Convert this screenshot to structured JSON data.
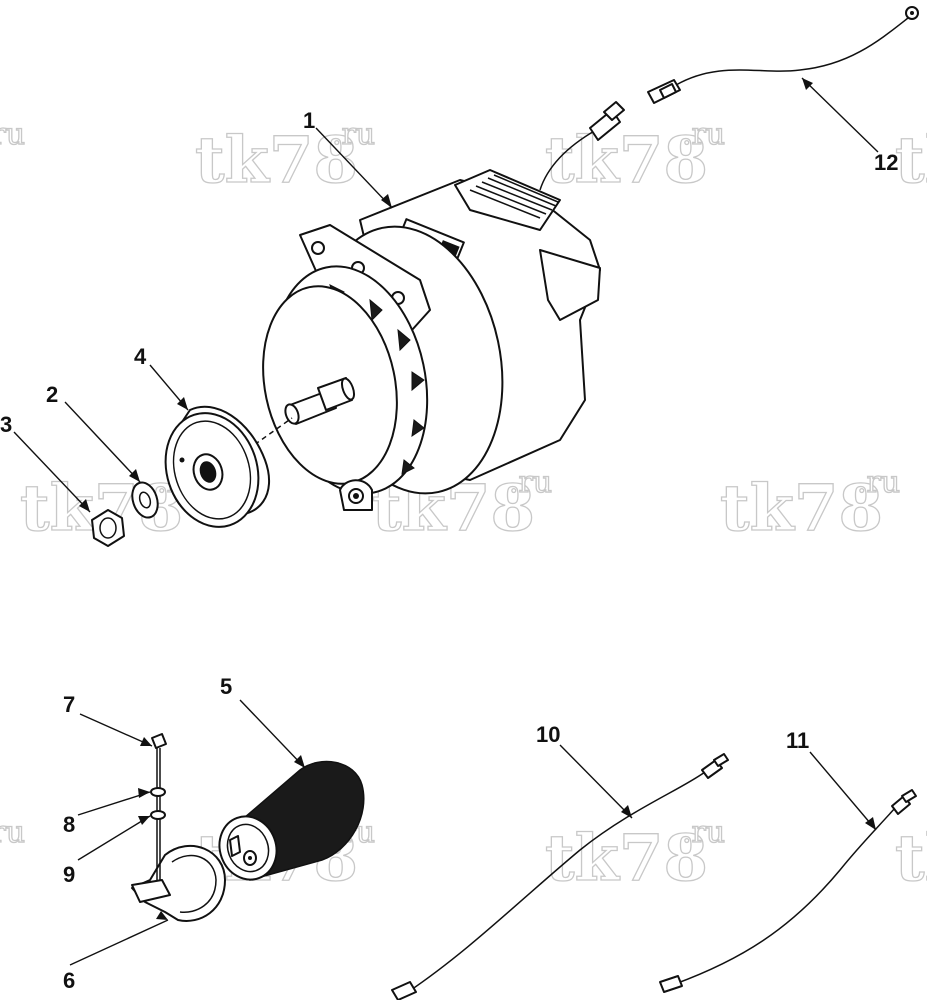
{
  "watermark": {
    "main": "tk78",
    "suffix": ".ru"
  },
  "callouts": [
    {
      "id": "1",
      "label": "1"
    },
    {
      "id": "2",
      "label": "2"
    },
    {
      "id": "3",
      "label": "3"
    },
    {
      "id": "4",
      "label": "4"
    },
    {
      "id": "5",
      "label": "5"
    },
    {
      "id": "6",
      "label": "6"
    },
    {
      "id": "7",
      "label": "7"
    },
    {
      "id": "8",
      "label": "8"
    },
    {
      "id": "9",
      "label": "9"
    },
    {
      "id": "10",
      "label": "10"
    },
    {
      "id": "11",
      "label": "11"
    },
    {
      "id": "12",
      "label": "12"
    }
  ]
}
